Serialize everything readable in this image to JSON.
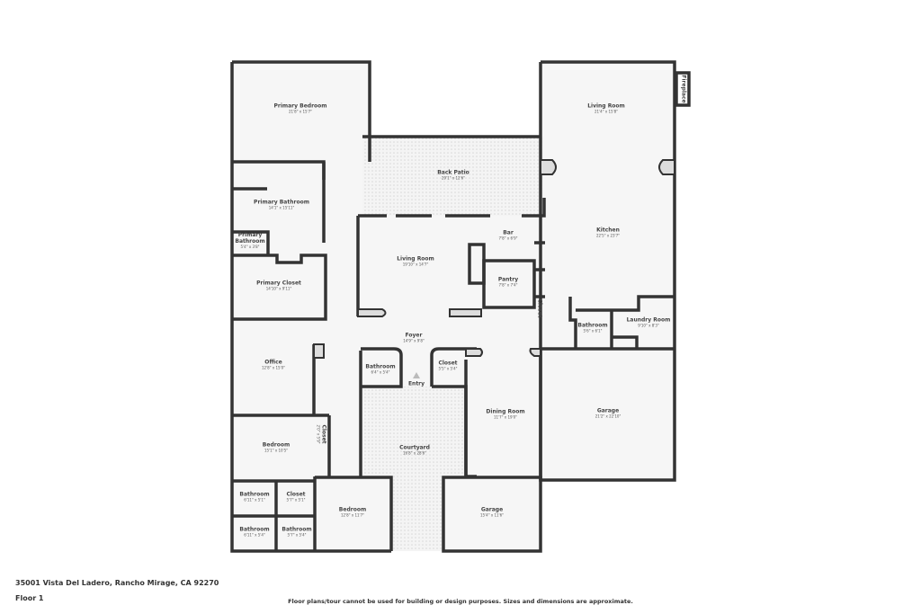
{
  "rooms": [
    {
      "name": "Primary Bedroom",
      "dims": "21'8\" x 15'7\""
    },
    {
      "name": "Back Patio",
      "dims": "29'1\" x 12'6\""
    },
    {
      "name": "Living Room",
      "dims": "21'4\" x 15'8\""
    },
    {
      "name": "Fireplace",
      "dims": ""
    },
    {
      "name": "Primary Bathroom",
      "dims": "14'1\" x 15'11\""
    },
    {
      "name": "Primary Bathroom",
      "dims": "5'4\" x 3'8\""
    },
    {
      "name": "Bar",
      "dims": "7'8\" x 6'9\""
    },
    {
      "name": "Kitchen",
      "dims": "22'5\" x 23'7\""
    },
    {
      "name": "Living Room",
      "dims": "19'10\" x 14'7\""
    },
    {
      "name": "Pantry",
      "dims": "7'8\" x 7'4\""
    },
    {
      "name": "Primary Closet",
      "dims": "14'10\" x 9'11\""
    },
    {
      "name": "Closet",
      "dims": ""
    },
    {
      "name": "Bathroom",
      "dims": "5'6\" x 6'1\""
    },
    {
      "name": "Laundry Room",
      "dims": "9'10\" x 8'3\""
    },
    {
      "name": "Foyer",
      "dims": "14'9\" x 9'8\""
    },
    {
      "name": "Office",
      "dims": "12'8\" x 15'0\""
    },
    {
      "name": "Bathroom",
      "dims": "6'4\" x 5'4\""
    },
    {
      "name": "Closet",
      "dims": "5'5\" x 5'4\""
    },
    {
      "name": "Entry",
      "dims": ""
    },
    {
      "name": "Dining Room",
      "dims": "11'7\" x 19'0\""
    },
    {
      "name": "Garage",
      "dims": "21'2\" x 22'10\""
    },
    {
      "name": "Bedroom",
      "dims": "15'1\" x 10'5\""
    },
    {
      "name": "Closet",
      "dims": "2'0\" x 5'9\""
    },
    {
      "name": "Courtyard",
      "dims": "16'8\" x 28'6\""
    },
    {
      "name": "Bathroom",
      "dims": "6'11\" x 5'1\""
    },
    {
      "name": "Closet",
      "dims": "5'7\" x 5'1\""
    },
    {
      "name": "Bedroom",
      "dims": "12'8\" x 11'7\""
    },
    {
      "name": "Garage",
      "dims": "15'4\" x 11'6\""
    },
    {
      "name": "Bathroom",
      "dims": "6'11\" x 5'4\""
    },
    {
      "name": "Bathroom",
      "dims": "5'7\" x 5'4\""
    }
  ],
  "footer": {
    "address": "35001 Vista Del Ladero, Rancho Mirage, CA 92270",
    "floor": "Floor 1",
    "disclaimer": "Floor plans/tour cannot be used for building or design purposes. Sizes and dimensions are approximate."
  },
  "colors": {
    "wall": "#333333",
    "floor": "#f6f6f6",
    "patio": "#ececec"
  }
}
